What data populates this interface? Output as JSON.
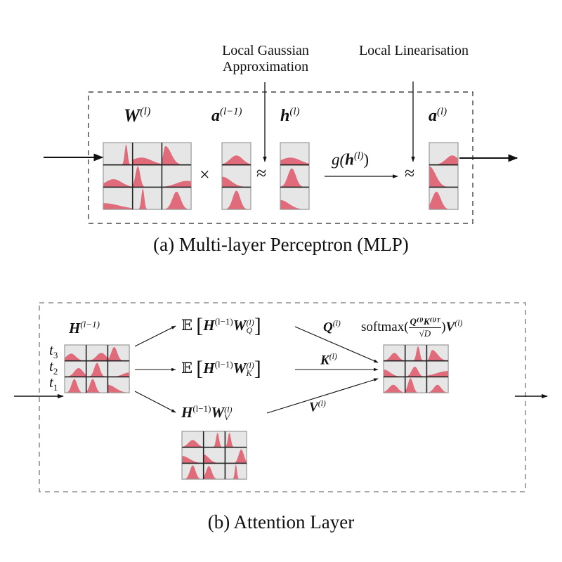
{
  "colors": {
    "density_fill": "#e06b7b",
    "cell_bg": "#e6e6e6",
    "cell_border": "#999999",
    "grid_line": "#222222",
    "dash_mlp": "#222222",
    "dash_attn": "#777777"
  },
  "mlp": {
    "caption": "(a) Multi-layer Perceptron (MLP)",
    "annotation_gaussian": [
      "Local Gaussian",
      "Approximation"
    ],
    "annotation_linearisation": "Local Linearisation",
    "weight_label": {
      "base": "W",
      "sup": "(l)"
    },
    "input_label": {
      "base": "a",
      "sup": "(l−1)"
    },
    "preact_label": {
      "base": "h",
      "sup": "(l)"
    },
    "output_label": {
      "base": "a",
      "sup": "(l)"
    },
    "activation_label": {
      "fn": "g(",
      "base": "h",
      "sup": "(l)",
      "close": ")"
    },
    "times_symbol": "×",
    "approx_symbol": "≈",
    "weight_matrix": [
      [
        {
          "shape": "spike",
          "mu": 0.78,
          "s": 0.05,
          "h": 0.98
        },
        {
          "shape": "gauss",
          "mu": 0.3,
          "s": 0.35,
          "h": 0.35
        },
        {
          "shape": "skew",
          "mu": 0.12,
          "s": 0.14,
          "h": 0.9
        }
      ],
      [
        {
          "shape": "gauss",
          "mu": 0.35,
          "s": 0.28,
          "h": 0.38
        },
        {
          "shape": "spike",
          "mu": 0.18,
          "s": 0.08,
          "h": 1.0
        },
        {
          "shape": "gauss",
          "mu": 0.85,
          "s": 0.35,
          "h": 0.3
        }
      ],
      [
        {
          "shape": "decay",
          "mu": 0.0,
          "s": 0.55,
          "h": 0.3
        },
        {
          "shape": "spike",
          "mu": 0.35,
          "s": 0.05,
          "h": 1.0
        },
        {
          "shape": "gauss",
          "mu": 0.5,
          "s": 0.14,
          "h": 0.85
        }
      ]
    ],
    "input_vector": [
      {
        "shape": "gauss",
        "mu": 0.5,
        "s": 0.22,
        "h": 0.45
      },
      {
        "shape": "decay",
        "mu": 0.0,
        "s": 0.3,
        "h": 0.5
      },
      {
        "shape": "gauss",
        "mu": 0.5,
        "s": 0.13,
        "h": 0.9
      }
    ],
    "preact_vector": [
      {
        "shape": "gauss",
        "mu": 0.35,
        "s": 0.35,
        "h": 0.35
      },
      {
        "shape": "gauss",
        "mu": 0.4,
        "s": 0.14,
        "h": 0.9
      },
      {
        "shape": "decay",
        "mu": 0.0,
        "s": 0.3,
        "h": 0.45
      }
    ],
    "output_vector": [
      {
        "shape": "gauss",
        "mu": 0.8,
        "s": 0.22,
        "h": 0.45
      },
      {
        "shape": "decay",
        "mu": 0.0,
        "s": 0.22,
        "h": 1.0
      },
      {
        "shape": "gauss",
        "mu": 0.25,
        "s": 0.15,
        "h": 0.85
      }
    ]
  },
  "attention": {
    "caption": "(b) Attention Layer",
    "input_label": {
      "base": "H",
      "sup": "(l−1)"
    },
    "token_labels": [
      {
        "base": "t",
        "sub": "3"
      },
      {
        "base": "t",
        "sub": "2"
      },
      {
        "base": "t",
        "sub": "1"
      }
    ],
    "query_expr": {
      "E": "𝔼",
      "H": "H",
      "Hsup": "(l−1)",
      "W": "W",
      "Wsup": "(l)",
      "Wsub": "Q"
    },
    "key_expr": {
      "E": "𝔼",
      "H": "H",
      "Hsup": "(l−1)",
      "W": "W",
      "Wsup": "(l)",
      "Wsub": "K"
    },
    "value_expr": {
      "H": "H",
      "Hsup": "(l−1)",
      "W": "W",
      "Wsup": "(l)",
      "Wsub": "V"
    },
    "q_label": {
      "base": "Q",
      "sup": "(l)"
    },
    "k_label": {
      "base": "K",
      "sup": "(l)"
    },
    "v_label": {
      "base": "V",
      "sup": "(l)"
    },
    "softmax_expr": {
      "fn": "softmax(",
      "num": "Q⁽ˡ⁾K⁽ˡ⁾ᵀ",
      "den": "√D",
      "close": ")",
      "V": "V",
      "Vsup": "(l)"
    },
    "input_matrix": [
      [
        {
          "shape": "gauss",
          "mu": 0.3,
          "s": 0.22,
          "h": 0.5
        },
        {
          "shape": "gauss",
          "mu": 0.7,
          "s": 0.22,
          "h": 0.55
        },
        {
          "shape": "gauss",
          "mu": 0.3,
          "s": 0.14,
          "h": 0.95
        }
      ],
      [
        {
          "shape": "gauss",
          "mu": 0.65,
          "s": 0.2,
          "h": 0.6
        },
        {
          "shape": "gauss",
          "mu": 0.5,
          "s": 0.13,
          "h": 0.95
        },
        {
          "shape": "rise",
          "mu": 1.0,
          "s": 0.3,
          "h": 0.3
        }
      ],
      [
        {
          "shape": "gauss",
          "mu": 0.45,
          "s": 0.13,
          "h": 0.95
        },
        {
          "shape": "gauss",
          "mu": 0.3,
          "s": 0.13,
          "h": 0.95
        },
        {
          "shape": "decay",
          "mu": 0.0,
          "s": 0.35,
          "h": 0.55
        }
      ]
    ],
    "value_matrix": [
      [
        {
          "shape": "gauss",
          "mu": 0.5,
          "s": 0.2,
          "h": 0.5
        },
        {
          "shape": "spike",
          "mu": 0.65,
          "s": 0.07,
          "h": 1.0
        },
        {
          "shape": "spike",
          "mu": 0.2,
          "s": 0.07,
          "h": 1.0
        }
      ],
      [
        {
          "shape": "decay",
          "mu": 0.0,
          "s": 0.35,
          "h": 0.5
        },
        {
          "shape": "decay",
          "mu": 0.0,
          "s": 0.25,
          "h": 0.6
        },
        {
          "shape": "gauss",
          "mu": 0.75,
          "s": 0.12,
          "h": 0.95
        }
      ],
      [
        {
          "shape": "gauss",
          "mu": 0.5,
          "s": 0.13,
          "h": 0.95
        },
        {
          "shape": "gauss",
          "mu": 0.25,
          "s": 0.13,
          "h": 0.9
        },
        {
          "shape": "spike",
          "mu": 0.5,
          "s": 0.05,
          "h": 1.0
        }
      ]
    ],
    "output_matrix": [
      [
        {
          "shape": "gauss",
          "mu": 0.5,
          "s": 0.18,
          "h": 0.55
        },
        {
          "shape": "spike",
          "mu": 0.6,
          "s": 0.08,
          "h": 1.0
        },
        {
          "shape": "skew",
          "mu": 0.25,
          "s": 0.18,
          "h": 0.75
        }
      ],
      [
        {
          "shape": "decay",
          "mu": 0.0,
          "s": 0.3,
          "h": 0.5
        },
        {
          "shape": "gauss",
          "mu": 0.45,
          "s": 0.15,
          "h": 0.7
        },
        {
          "shape": "rise",
          "mu": 1.0,
          "s": 0.55,
          "h": 0.4
        }
      ],
      [
        {
          "shape": "gauss",
          "mu": 0.45,
          "s": 0.2,
          "h": 0.55
        },
        {
          "shape": "gauss",
          "mu": 0.25,
          "s": 0.12,
          "h": 1.0
        },
        {
          "shape": "gauss",
          "mu": 0.5,
          "s": 0.17,
          "h": 0.55
        }
      ]
    ]
  }
}
